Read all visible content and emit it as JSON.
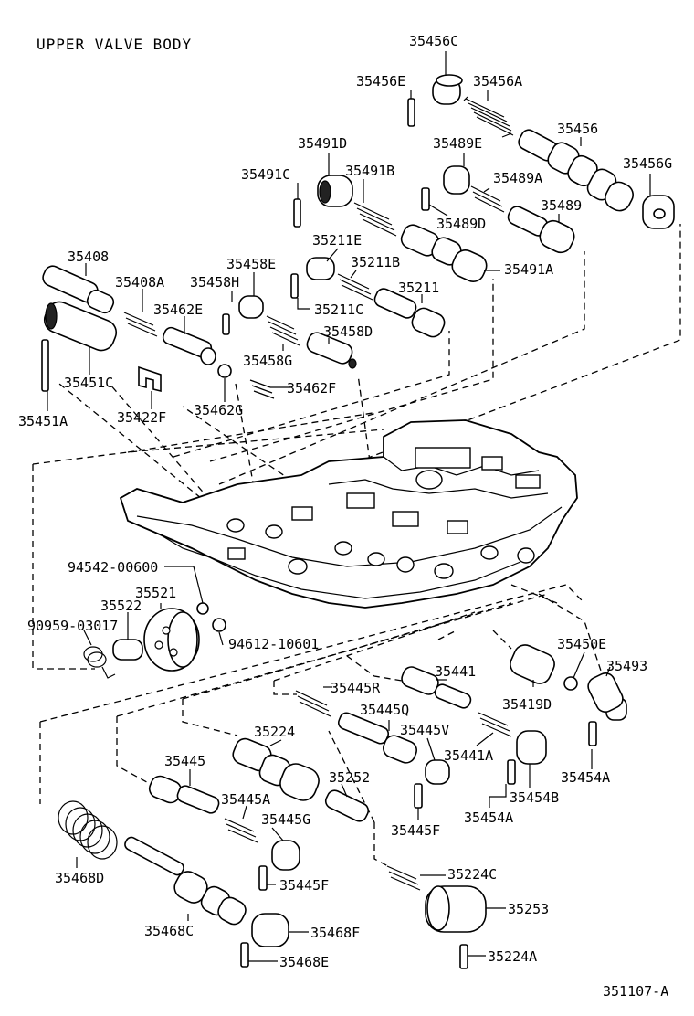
{
  "title": "UPPER VALVE BODY",
  "figure_code": "351107-A",
  "parts": [
    "35456C",
    "35456E",
    "35456A",
    "35456",
    "35456G",
    "35491D",
    "35489E",
    "35491C",
    "35491B",
    "35489A",
    "35489",
    "35489D",
    "35211E",
    "35408",
    "35458E",
    "35211B",
    "35491A",
    "35408A",
    "35458H",
    "35462E",
    "35211C",
    "35211",
    "35458D",
    "35458G",
    "35451C",
    "35462F",
    "35451A",
    "35422F",
    "35462G",
    "94542-00600",
    "35521",
    "35522",
    "90959-03017",
    "94612-10601",
    "35450E",
    "35441",
    "35493",
    "35445R",
    "35419D",
    "35445Q",
    "35224",
    "35445V",
    "35441A",
    "35454A",
    "35454B",
    "35445",
    "35252",
    "35445A",
    "35454A",
    "35445G",
    "35445F",
    "35468D",
    "35224C",
    "35445F",
    "35253",
    "35468C",
    "35468F",
    "35468E",
    "35224A"
  ]
}
